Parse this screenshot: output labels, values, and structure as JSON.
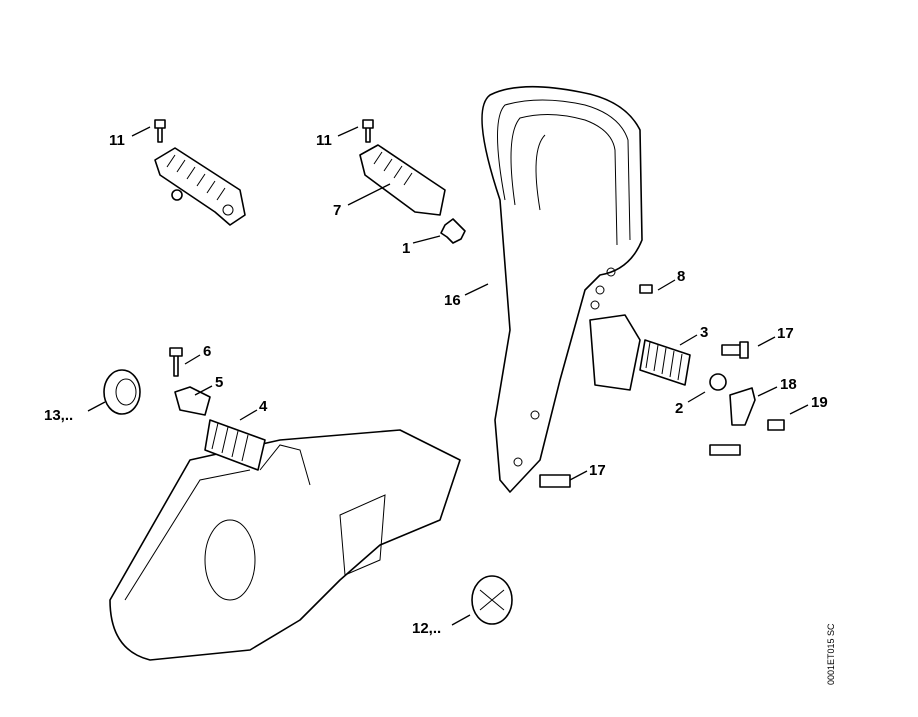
{
  "diagram": {
    "labels": {
      "l11a": "11",
      "l11b": "11",
      "l7": "7",
      "l1": "1",
      "l16": "16",
      "l8": "8",
      "l3": "3",
      "l17a": "17",
      "l6": "6",
      "l5": "5",
      "l4": "4",
      "l13": "13,..",
      "l2": "2",
      "l18": "18",
      "l19": "19",
      "l17b": "17",
      "l12": "12,.."
    },
    "drawing_code": "0001ET015 SC"
  }
}
